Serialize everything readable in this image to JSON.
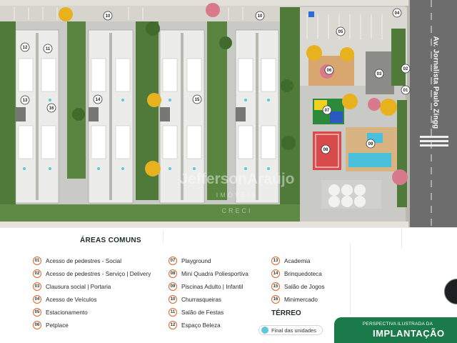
{
  "plan": {
    "street_name": "Av. Jornalista Paulo Zingg",
    "watermark_name": "JeffersonAraújo",
    "watermark_sub": "IMÓVEIS",
    "watermark_role": "CRECI",
    "markers": [
      {
        "n": "10"
      },
      {
        "n": "10"
      },
      {
        "n": "05"
      },
      {
        "n": "04"
      },
      {
        "n": "06"
      },
      {
        "n": "03"
      },
      {
        "n": "02"
      },
      {
        "n": "01"
      },
      {
        "n": "07"
      },
      {
        "n": "09"
      },
      {
        "n": "08"
      },
      {
        "n": "12"
      },
      {
        "n": "11"
      },
      {
        "n": "13"
      },
      {
        "n": "16"
      },
      {
        "n": "14"
      },
      {
        "n": "15"
      }
    ]
  },
  "legend": {
    "title": "ÁREAS COMUNS",
    "columns": [
      [
        {
          "n": "01",
          "label": "Acesso de pedestres - Social"
        },
        {
          "n": "02",
          "label": "Acesso de pedestres - Serviço | Delivery"
        },
        {
          "n": "03",
          "label": "Clausura social | Portaria"
        },
        {
          "n": "04",
          "label": "Acesso de Veículos"
        },
        {
          "n": "05",
          "label": "Estacionamento"
        },
        {
          "n": "06",
          "label": "Petplace"
        }
      ],
      [
        {
          "n": "07",
          "label": "Playground"
        },
        {
          "n": "08",
          "label": "Mini Quadra Poliesportiva"
        },
        {
          "n": "09",
          "label": "Piscinas Adulto | Infantil"
        },
        {
          "n": "10",
          "label": "Churrasqueiras"
        },
        {
          "n": "11",
          "label": "Salão de Festas"
        },
        {
          "n": "12",
          "label": "Espaço Beleza"
        }
      ],
      [
        {
          "n": "13",
          "label": "Academia"
        },
        {
          "n": "14",
          "label": "Brinquedoteca"
        },
        {
          "n": "15",
          "label": "Salão de Jogos"
        },
        {
          "n": "16",
          "label": "Minimercado"
        }
      ]
    ],
    "terreo_title": "TÉRREO",
    "units_label": "Final das unidades"
  },
  "banner": {
    "subtitle": "PERSPECTIVA ILUSTRADA DA",
    "title": "IMPLANTAÇÃO"
  },
  "colors": {
    "accent": "#e0662a",
    "lawn": "#4f7a3a",
    "street": "#6d6d6d",
    "banner": "#1a7a4a",
    "unit_dot": "#5cc8d9"
  }
}
